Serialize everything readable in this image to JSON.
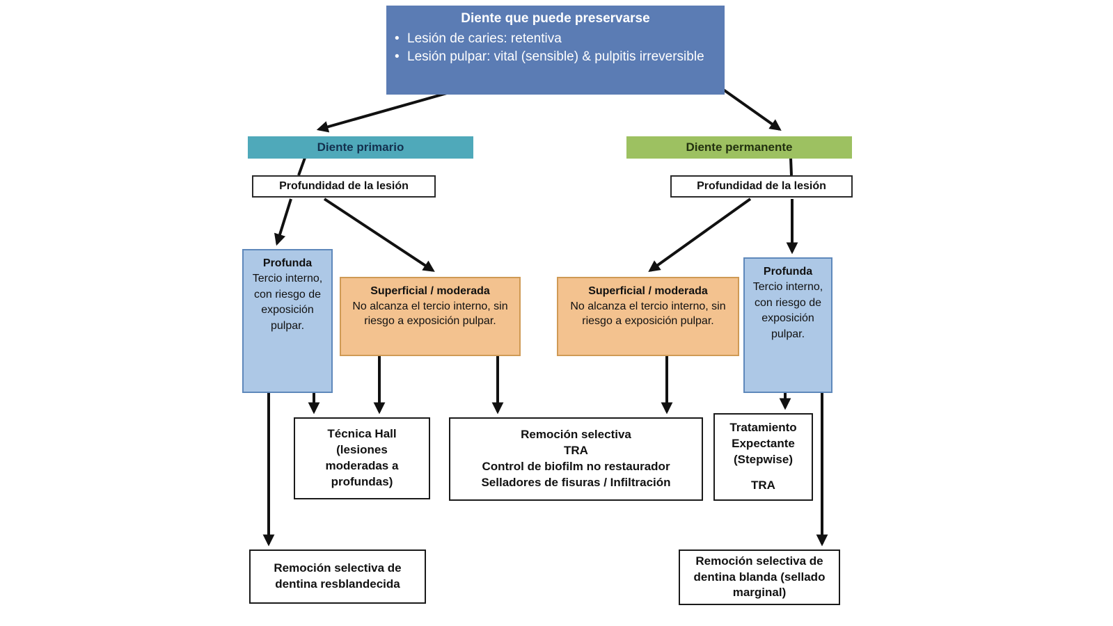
{
  "diagram": {
    "root": {
      "title": "Diente que puede preservarse",
      "bullets": [
        "Lesión de caries: retentiva",
        "Lesión pulpar: vital (sensible) & pulpitis irreversible"
      ]
    },
    "branch_primary": {
      "label": "Diente primario"
    },
    "branch_permanent": {
      "label": "Diente permanente"
    },
    "depth_left": {
      "label": "Profundidad de la lesión"
    },
    "depth_right": {
      "label": "Profundidad de la lesión"
    },
    "deep_left": {
      "title": "Profunda",
      "body": "Tercio interno, con riesgo de exposición pulpar."
    },
    "superficial_left": {
      "title": "Superficial / moderada",
      "body": "No alcanza el tercio interno, sin riesgo a exposición pulpar."
    },
    "superficial_right": {
      "title": "Superficial / moderada",
      "body": "No alcanza el tercio interno, sin riesgo a exposición pulpar."
    },
    "deep_right": {
      "title": "Profunda",
      "body": "Tercio interno, con riesgo de exposición pulpar."
    },
    "outcome_hall": {
      "line1": "Técnica Hall",
      "line2": "(lesiones moderadas a profundas)"
    },
    "outcome_central": {
      "lines": [
        "Remoción selectiva",
        "TRA",
        "Control de biofilm no restaurador",
        "Selladores de fisuras / Infiltración"
      ]
    },
    "outcome_expectante": {
      "line1": "Tratamiento Expectante (Stepwise)",
      "line2": "TRA"
    },
    "outcome_bottom_left": {
      "label": "Remoción selectiva de dentina resblandecida"
    },
    "outcome_bottom_right": {
      "label": "Remoción selectiva de dentina blanda (sellado marginal)"
    }
  },
  "colors": {
    "root_fill": "#5b7cb4",
    "primary_fill": "#4fa9ba",
    "permanent_fill": "#9dc161",
    "deep_fill": "#adc8e6",
    "deep_border": "#5e88bb",
    "superficial_fill": "#f3c28f",
    "superficial_border": "#cf9a55",
    "outcome_border": "#1a1a1a",
    "arrow": "#111111"
  }
}
